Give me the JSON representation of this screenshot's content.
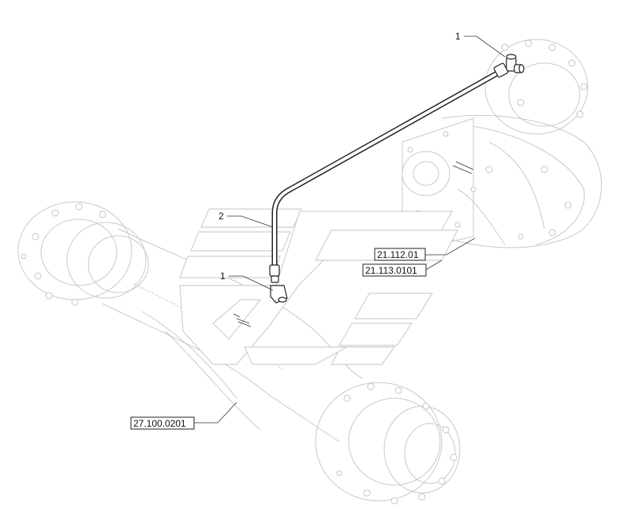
{
  "callouts": [
    {
      "id": "c1",
      "label": "1"
    },
    {
      "id": "c2",
      "label": "2"
    },
    {
      "id": "c3",
      "label": "1"
    }
  ],
  "references": [
    {
      "id": "r1",
      "label": "21.112.01"
    },
    {
      "id": "r2",
      "label": "21.113.0101"
    },
    {
      "id": "r3",
      "label": "27.100.0201"
    }
  ]
}
